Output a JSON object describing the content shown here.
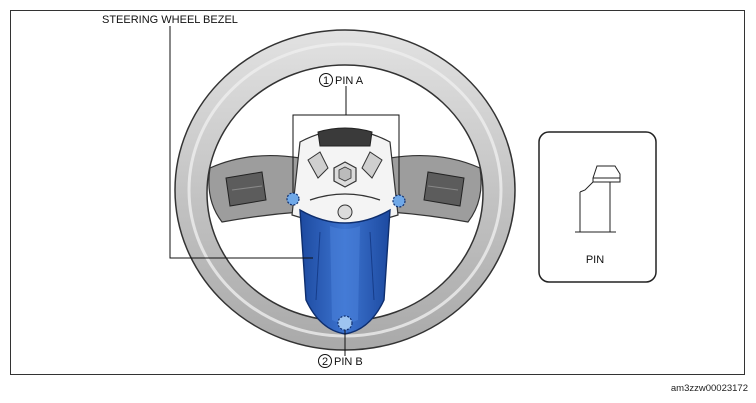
{
  "labels": {
    "bezel": "STEERING WHEEL BEZEL",
    "pin_a_num": "1",
    "pin_a": "PIN A",
    "pin_b_num": "2",
    "pin_b": "PIN B",
    "inset": "PIN"
  },
  "figure_code": "am3zzw00023172",
  "colors": {
    "bezel": "#2a5cb8",
    "wheel": "#c9c9c9",
    "pin": "#6fa8e8"
  }
}
